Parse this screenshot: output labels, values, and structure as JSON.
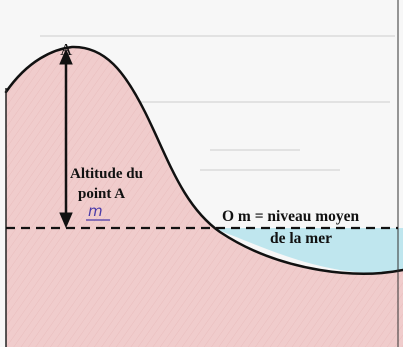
{
  "diagram": {
    "point_label": "A",
    "altitude_label_line1": "Altitude du",
    "altitude_label_line2": "point A",
    "altitude_unit": "m",
    "sea_level_line1": "O m = niveau moyen",
    "sea_level_line2": "de la mer"
  },
  "colors": {
    "mountain_fill": "#f0cccc",
    "sea_fill": "#bfe6ee",
    "outline": "#111111",
    "handwriting": "#4a3aa8",
    "paper": "#f7f7f7"
  }
}
